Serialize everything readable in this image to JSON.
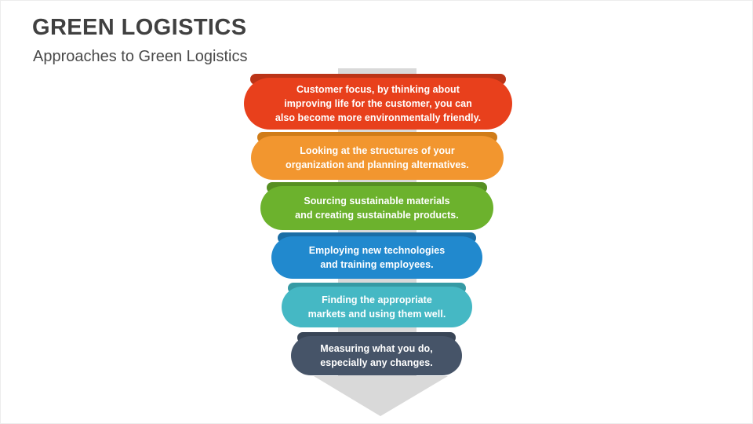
{
  "slide": {
    "title": "GREEN LOGISTICS",
    "subtitle": "Approaches to Green Logistics",
    "background_color": "#ffffff",
    "title_color": "#404040",
    "subtitle_color": "#4a4a4a",
    "arrow_color": "#d9d9d9"
  },
  "funnel": {
    "shape": "downward-arrow",
    "segment_count": 6,
    "segments": [
      {
        "index": 1,
        "text": "Customer focus, by thinking about\nimproving life for the customer, you can\nalso become more environmentally friendly.",
        "color": "#e8401c",
        "shadow_color": "#bb3417",
        "lines": 3
      },
      {
        "index": 2,
        "text": "Looking at the structures of your\norganization and planning alternatives.",
        "color": "#f2962f",
        "shadow_color": "#d07c18",
        "lines": 2
      },
      {
        "index": 3,
        "text": "Sourcing sustainable materials\nand creating sustainable products.",
        "color": "#6cb22d",
        "shadow_color": "#568f22",
        "lines": 2
      },
      {
        "index": 4,
        "text": "Employing new technologies\nand training employees.",
        "color": "#2189ce",
        "shadow_color": "#1b6ea6",
        "lines": 2
      },
      {
        "index": 5,
        "text": "Finding the appropriate\nmarkets and using them well.",
        "color": "#45b8c4",
        "shadow_color": "#369aa4",
        "lines": 2
      },
      {
        "index": 6,
        "text": "Measuring what you do,\nespecially any changes.",
        "color": "#465468",
        "shadow_color": "#394556",
        "lines": 2
      }
    ]
  }
}
